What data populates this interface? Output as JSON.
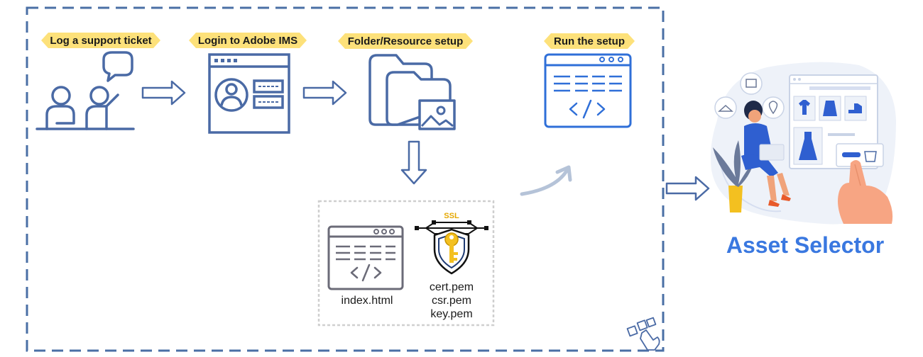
{
  "steps": [
    {
      "label": "Log a support ticket"
    },
    {
      "label": "Login to Adobe IMS"
    },
    {
      "label": "Folder/Resource setup"
    },
    {
      "label": "Run the setup"
    }
  ],
  "files": {
    "html": "index.html",
    "ssl_badge": "SSL",
    "pem": [
      "cert.pem",
      "csr.pem",
      "key.pem"
    ]
  },
  "result": {
    "title": "Asset Selector"
  },
  "icons": [
    "support-people-icon",
    "chat-bubble-icon",
    "login-window-icon",
    "user-avatar-icon",
    "folder-icon",
    "image-icon",
    "code-window-icon",
    "ssl-shield-icon",
    "key-icon",
    "shopping-illustration",
    "touch-tap-icon"
  ],
  "colors": {
    "frame": "#4a6fa5",
    "icon_stroke": "#4a6aa5",
    "label_bg": "#fde17a",
    "code_blue": "#2f6fd8",
    "gray_icon": "#6b6b78",
    "title_blue": "#3a78e0",
    "key_yellow": "#f3c020"
  }
}
